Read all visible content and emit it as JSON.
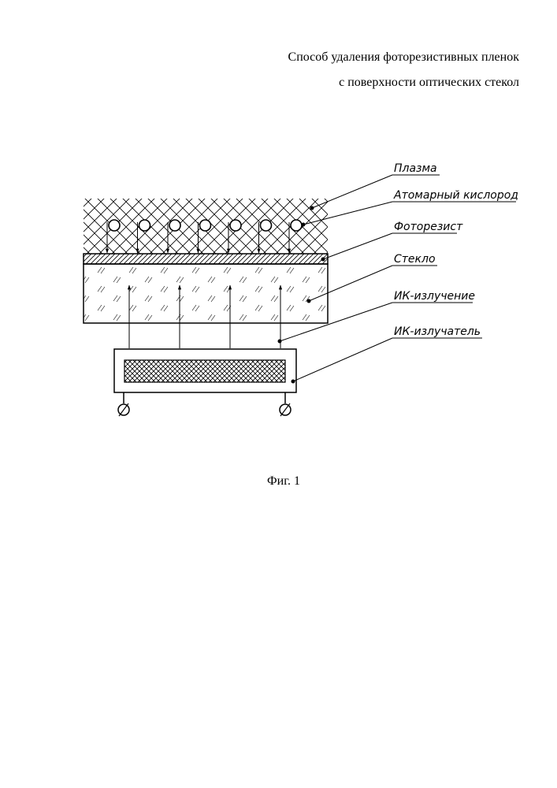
{
  "header": {
    "title_line1": "Способ  удаления  фоторезистивных пленок",
    "title_line2": "с поверхности оптических стекол"
  },
  "diagram": {
    "labels": {
      "plasma": "Плазма",
      "atomic_oxygen": "Атомарный кислород",
      "photoresist": "Фоторезист",
      "glass": "Стекло",
      "ir_radiation": "ИК-излучение",
      "ir_emitter": "ИК-излучатель"
    },
    "oxygen_atom_count": 7,
    "ir_arrow_count": 4
  },
  "caption": "Фиг. 1",
  "colors": {
    "ink": "#000000",
    "background": "#ffffff"
  }
}
